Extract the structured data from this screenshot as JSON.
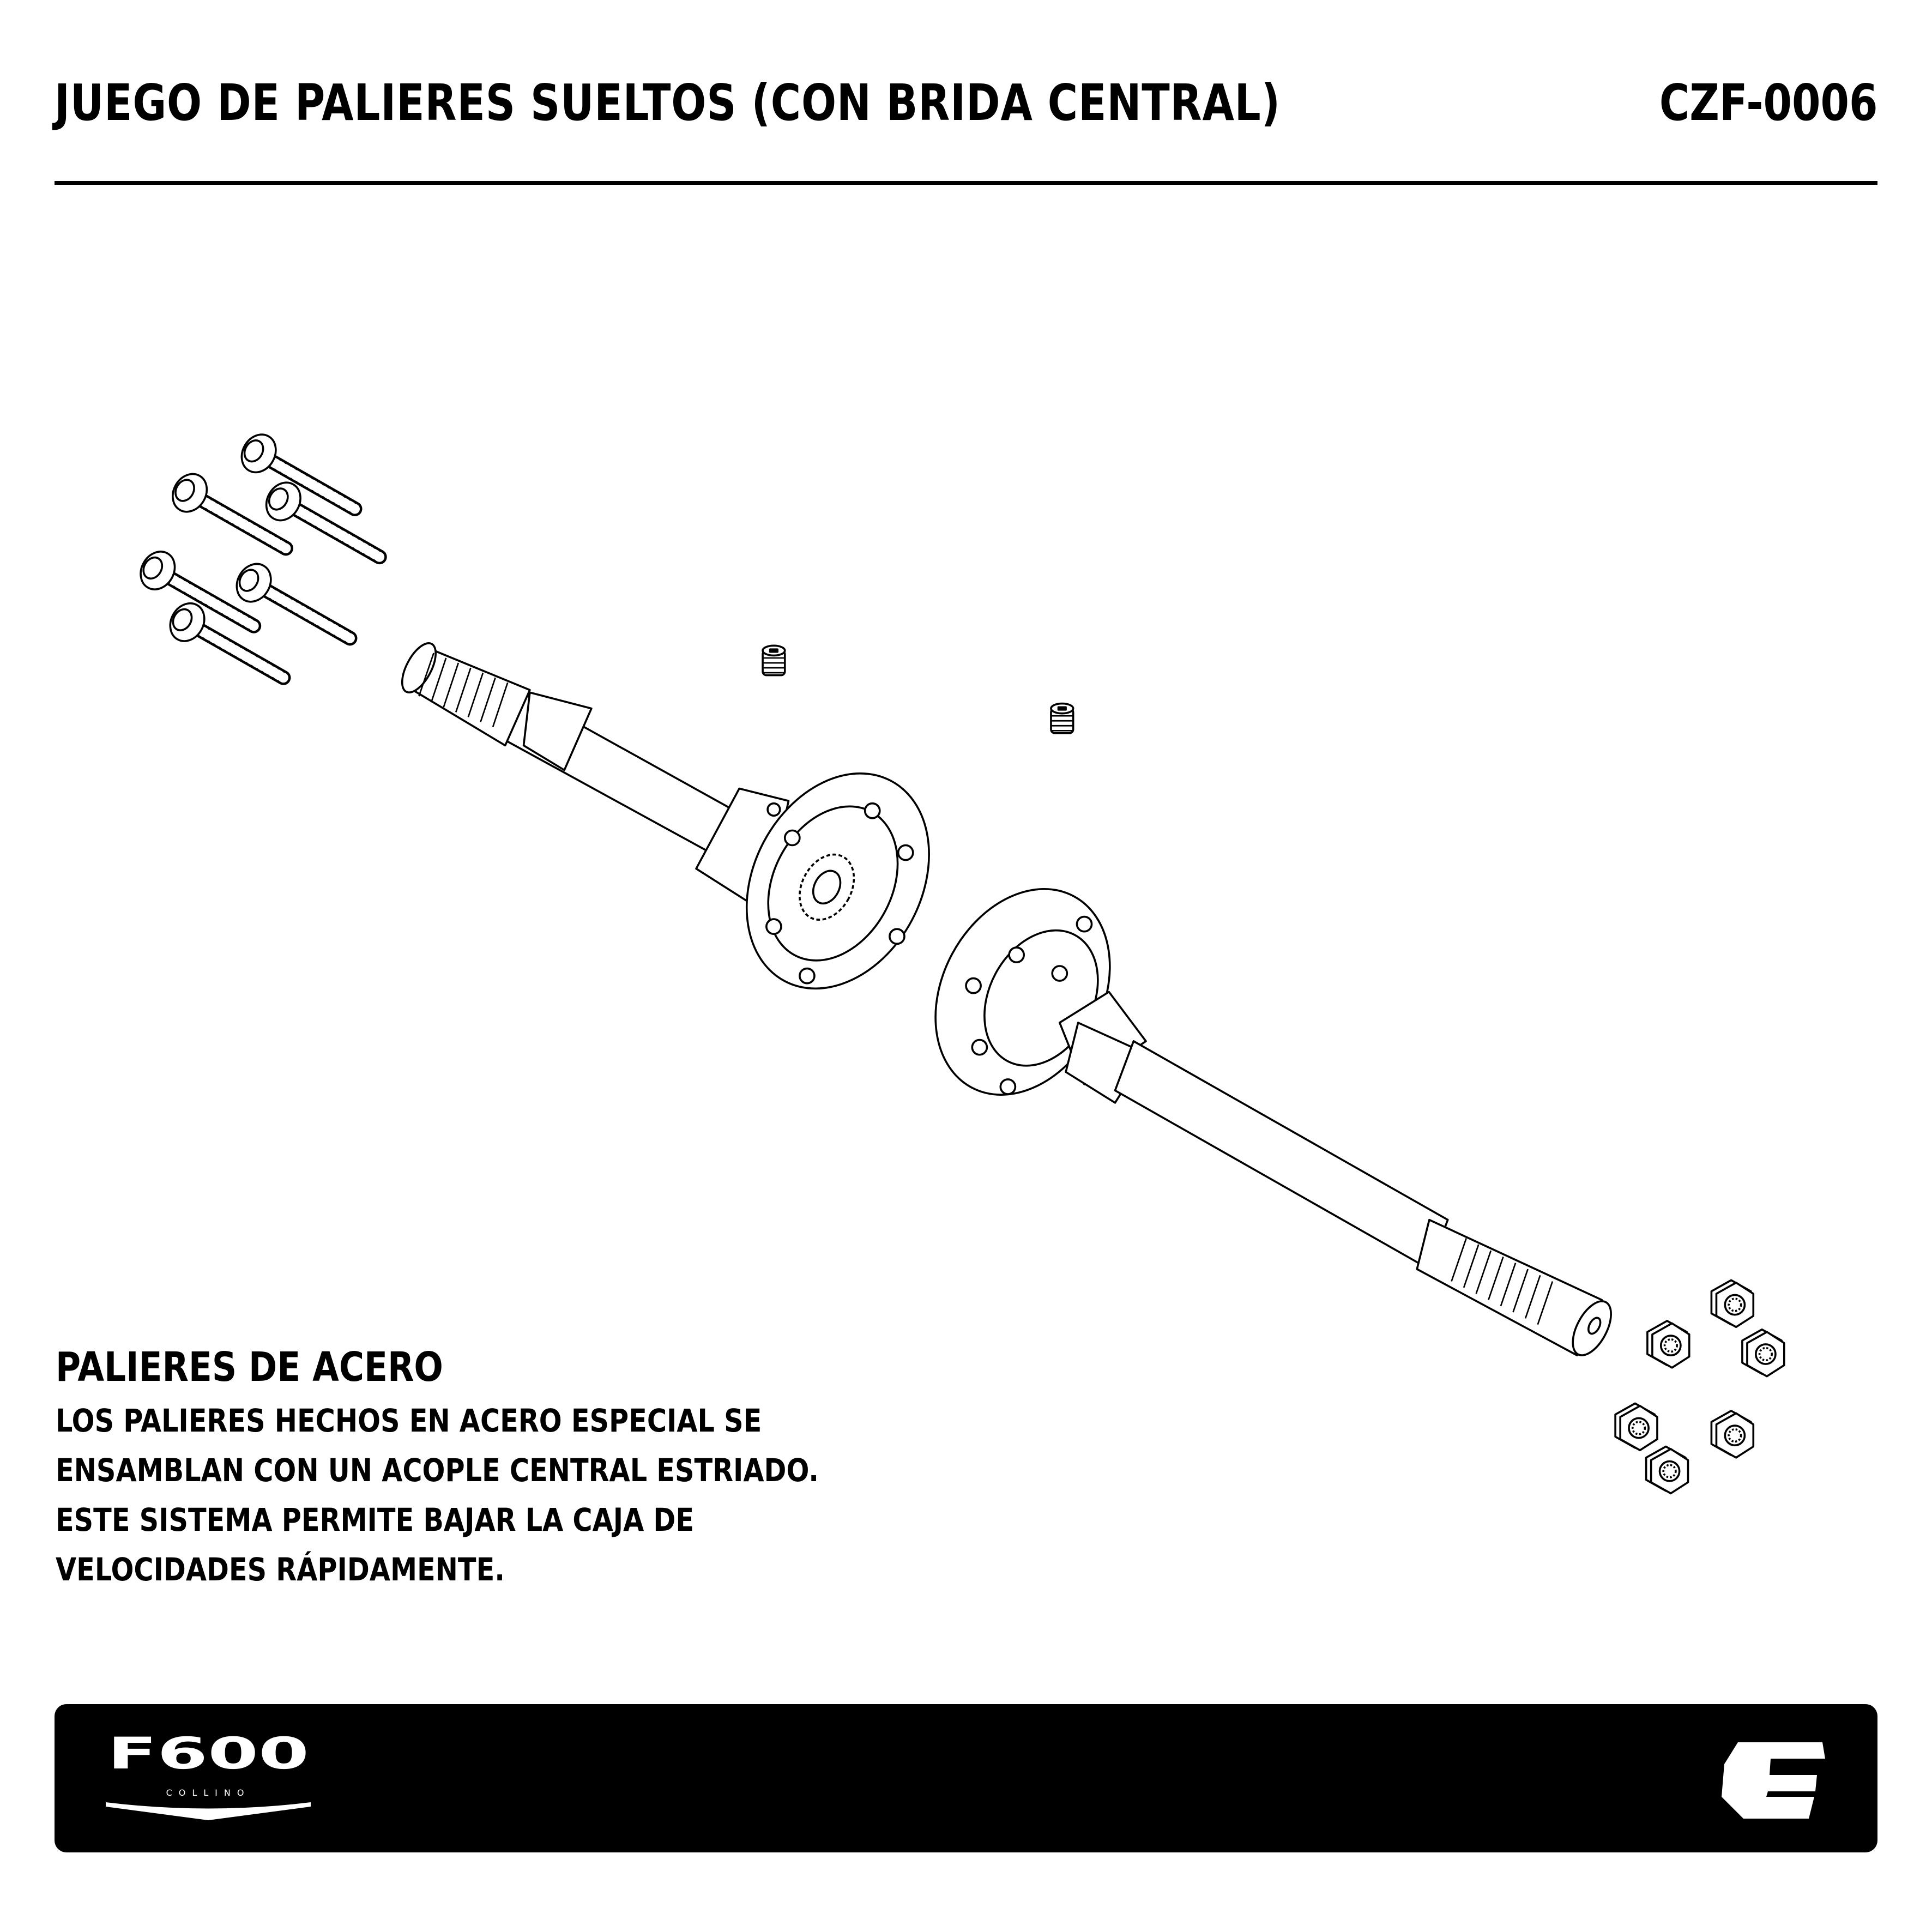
{
  "header": {
    "title": "JUEGO DE PALIERES SUELTOS (CON BRIDA CENTRAL)",
    "code": "CZF-0006"
  },
  "info": {
    "heading": "PALIERES DE ACERO",
    "lines": [
      "LOS PALIERES HECHOS EN ACERO ESPECIAL SE",
      "ENSAMBLAN CON UN ACOPLE CENTRAL ESTRIADO.",
      "ESTE SISTEMA PERMITE BAJAR LA CAJA DE",
      "VELOCIDADES RÁPIDAMENTE."
    ]
  },
  "footer": {
    "brand_logo": "F600",
    "brand_sub": "COLLINO",
    "icon": "c-logo-icon"
  }
}
